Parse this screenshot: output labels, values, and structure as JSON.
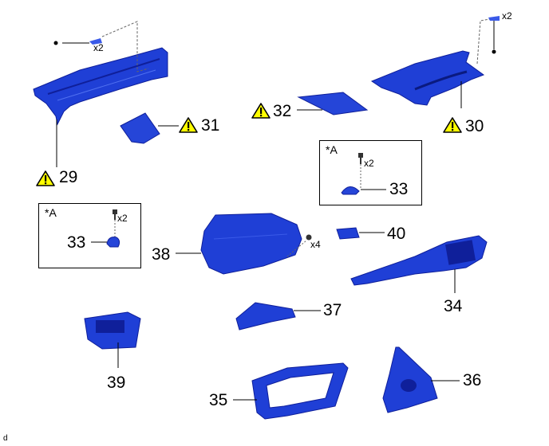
{
  "diagram": {
    "parts": [
      {
        "id": "29",
        "caution": true
      },
      {
        "id": "30",
        "caution": true
      },
      {
        "id": "31",
        "caution": true
      },
      {
        "id": "32",
        "caution": true
      },
      {
        "id": "33",
        "caution": false
      },
      {
        "id": "34",
        "caution": false
      },
      {
        "id": "35",
        "caution": false
      },
      {
        "id": "36",
        "caution": false
      },
      {
        "id": "37",
        "caution": false
      },
      {
        "id": "38",
        "caution": false
      },
      {
        "id": "39",
        "caution": false
      },
      {
        "id": "40",
        "caution": false
      }
    ],
    "labels": {
      "p29": "29",
      "p30": "30",
      "p31": "31",
      "p32": "32",
      "p33a": "33",
      "p33b": "33",
      "p34": "34",
      "p35": "35",
      "p36": "36",
      "p37": "37",
      "p38": "38",
      "p39": "39",
      "p40": "40"
    },
    "quantities": {
      "clip_29": "x2",
      "clip_30": "x2",
      "screw_33a": "x2",
      "screw_33b": "x2",
      "screw_38": "x4"
    },
    "inset_label_right": "*A",
    "inset_label_left": "*A",
    "corner_mark": "d",
    "icons": [
      "caution-triangle-icon",
      "clip-icon",
      "screw-icon"
    ],
    "colors": {
      "part": "#1f3fd6",
      "part_dark": "#0f1f9a",
      "caution": "#ffff00"
    }
  }
}
